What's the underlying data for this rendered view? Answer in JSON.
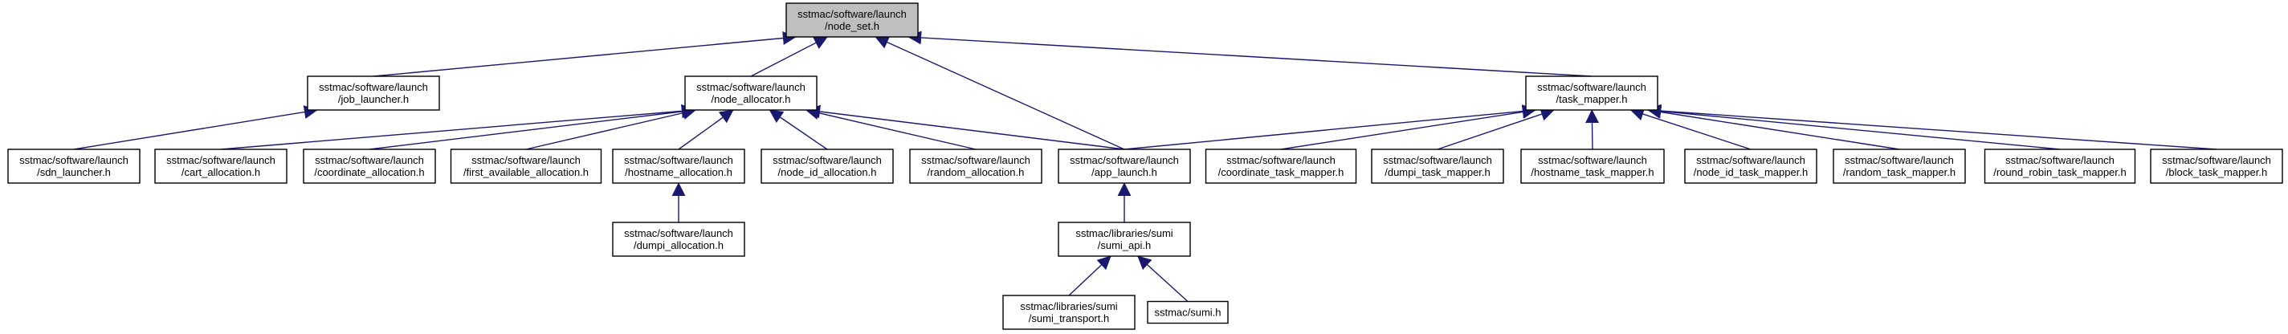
{
  "graph": {
    "edge_color": "#191970",
    "highlight_fill": "#bfbfbf",
    "nodes": [
      {
        "id": "node_set",
        "lines": [
          "sstmac/software/launch",
          "/node_set.h"
        ],
        "highlight": true
      },
      {
        "id": "job_launcher",
        "lines": [
          "sstmac/software/launch",
          "/job_launcher.h"
        ]
      },
      {
        "id": "node_allocator",
        "lines": [
          "sstmac/software/launch",
          "/node_allocator.h"
        ]
      },
      {
        "id": "task_mapper",
        "lines": [
          "sstmac/software/launch",
          "/task_mapper.h"
        ]
      },
      {
        "id": "sdn_launcher",
        "lines": [
          "sstmac/software/launch",
          "/sdn_launcher.h"
        ]
      },
      {
        "id": "cart_allocation",
        "lines": [
          "sstmac/software/launch",
          "/cart_allocation.h"
        ]
      },
      {
        "id": "coordinate_allocation",
        "lines": [
          "sstmac/software/launch",
          "/coordinate_allocation.h"
        ]
      },
      {
        "id": "first_available_allocation",
        "lines": [
          "sstmac/software/launch",
          "/first_available_allocation.h"
        ]
      },
      {
        "id": "hostname_allocation",
        "lines": [
          "sstmac/software/launch",
          "/hostname_allocation.h"
        ]
      },
      {
        "id": "node_id_allocation",
        "lines": [
          "sstmac/software/launch",
          "/node_id_allocation.h"
        ]
      },
      {
        "id": "random_allocation",
        "lines": [
          "sstmac/software/launch",
          "/random_allocation.h"
        ]
      },
      {
        "id": "app_launch",
        "lines": [
          "sstmac/software/launch",
          "/app_launch.h"
        ]
      },
      {
        "id": "coordinate_task_mapper",
        "lines": [
          "sstmac/software/launch",
          "/coordinate_task_mapper.h"
        ]
      },
      {
        "id": "dumpi_task_mapper",
        "lines": [
          "sstmac/software/launch",
          "/dumpi_task_mapper.h"
        ]
      },
      {
        "id": "hostname_task_mapper",
        "lines": [
          "sstmac/software/launch",
          "/hostname_task_mapper.h"
        ]
      },
      {
        "id": "node_id_task_mapper",
        "lines": [
          "sstmac/software/launch",
          "/node_id_task_mapper.h"
        ]
      },
      {
        "id": "random_task_mapper",
        "lines": [
          "sstmac/software/launch",
          "/random_task_mapper.h"
        ]
      },
      {
        "id": "round_robin_task_mapper",
        "lines": [
          "sstmac/software/launch",
          "/round_robin_task_mapper.h"
        ]
      },
      {
        "id": "block_task_mapper",
        "lines": [
          "sstmac/software/launch",
          "/block_task_mapper.h"
        ]
      },
      {
        "id": "dumpi_allocation",
        "lines": [
          "sstmac/software/launch",
          "/dumpi_allocation.h"
        ]
      },
      {
        "id": "sumi_api",
        "lines": [
          "sstmac/libraries/sumi",
          "/sumi_api.h"
        ]
      },
      {
        "id": "sumi_transport",
        "lines": [
          "sstmac/libraries/sumi",
          "/sumi_transport.h"
        ]
      },
      {
        "id": "sumi",
        "lines": [
          "sstmac/sumi.h"
        ]
      }
    ],
    "edges": [
      {
        "from": "job_launcher",
        "to": "node_set"
      },
      {
        "from": "node_allocator",
        "to": "node_set"
      },
      {
        "from": "app_launch",
        "to": "node_set"
      },
      {
        "from": "task_mapper",
        "to": "node_set"
      },
      {
        "from": "sdn_launcher",
        "to": "job_launcher"
      },
      {
        "from": "cart_allocation",
        "to": "node_allocator"
      },
      {
        "from": "coordinate_allocation",
        "to": "node_allocator"
      },
      {
        "from": "first_available_allocation",
        "to": "node_allocator"
      },
      {
        "from": "hostname_allocation",
        "to": "node_allocator"
      },
      {
        "from": "node_id_allocation",
        "to": "node_allocator"
      },
      {
        "from": "random_allocation",
        "to": "node_allocator"
      },
      {
        "from": "app_launch",
        "to": "node_allocator"
      },
      {
        "from": "app_launch",
        "to": "task_mapper"
      },
      {
        "from": "coordinate_task_mapper",
        "to": "task_mapper"
      },
      {
        "from": "dumpi_task_mapper",
        "to": "task_mapper"
      },
      {
        "from": "hostname_task_mapper",
        "to": "task_mapper"
      },
      {
        "from": "node_id_task_mapper",
        "to": "task_mapper"
      },
      {
        "from": "random_task_mapper",
        "to": "task_mapper"
      },
      {
        "from": "round_robin_task_mapper",
        "to": "task_mapper"
      },
      {
        "from": "block_task_mapper",
        "to": "task_mapper"
      },
      {
        "from": "dumpi_allocation",
        "to": "hostname_allocation"
      },
      {
        "from": "sumi_api",
        "to": "app_launch"
      },
      {
        "from": "sumi_transport",
        "to": "sumi_api"
      },
      {
        "from": "sumi",
        "to": "sumi_api"
      }
    ]
  }
}
